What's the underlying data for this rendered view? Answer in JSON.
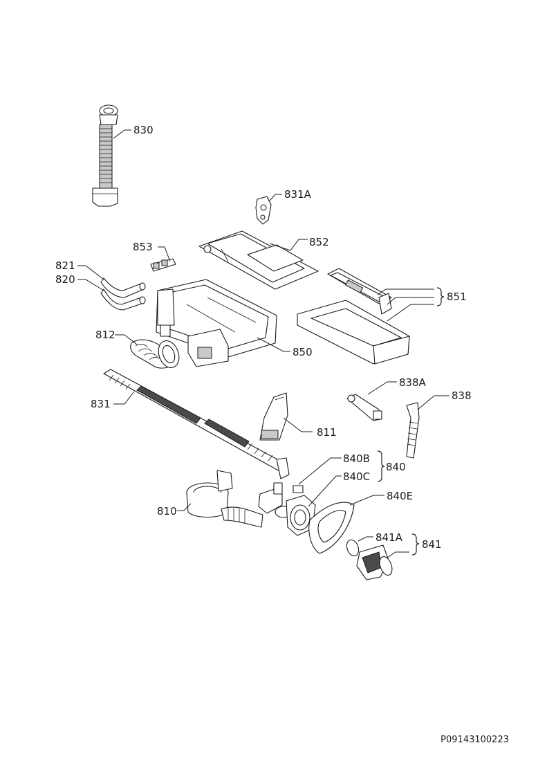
{
  "labels": {
    "p830": "830",
    "p831A": "831A",
    "p852": "852",
    "p853": "853",
    "p821": "821",
    "p820": "820",
    "p851": "851",
    "p812": "812",
    "p850": "850",
    "p838A": "838A",
    "p838": "838",
    "p831": "831",
    "p811": "811",
    "p840B": "840B",
    "p840": "840",
    "p840C": "840C",
    "p840E": "840E",
    "p810": "810",
    "p841A": "841A",
    "p841": "841"
  },
  "drawing_code": "P09143100223"
}
